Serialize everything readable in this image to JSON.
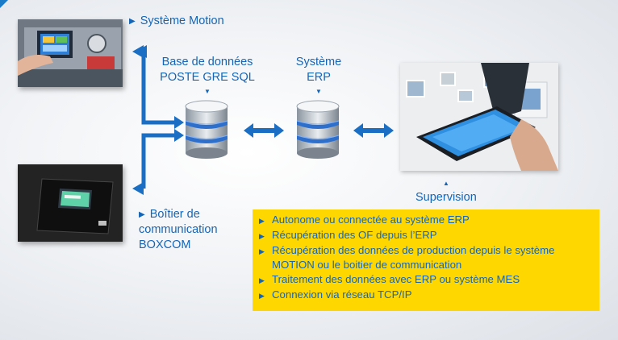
{
  "labels": {
    "systeme_motion": "Système Motion",
    "base_line1": "Base de données",
    "base_line2": "POSTE GRE SQL",
    "erp_line1": "Système",
    "erp_line2": "ERP",
    "boitier_line1": "Boîtier de",
    "boitier_line2": "communication",
    "boitier_line3": "BOXCOM",
    "supervision": "Supervision"
  },
  "info": [
    "Autonome ou connectée au système ERP",
    "Récupération des OF depuis l’ERP",
    "Récupération des données de production depuis le système MOTION ou le boitier de communication",
    "Traitement des données avec ERP ou système MES",
    "Connexion via réseau TCP/IP"
  ],
  "icons": {
    "bullet": "▶",
    "pointer_down": "▼",
    "pointer_up": "▲"
  },
  "colors": {
    "accent": "#1565b7",
    "arrow": "#1a6fc4",
    "highlight": "#ffd700"
  }
}
